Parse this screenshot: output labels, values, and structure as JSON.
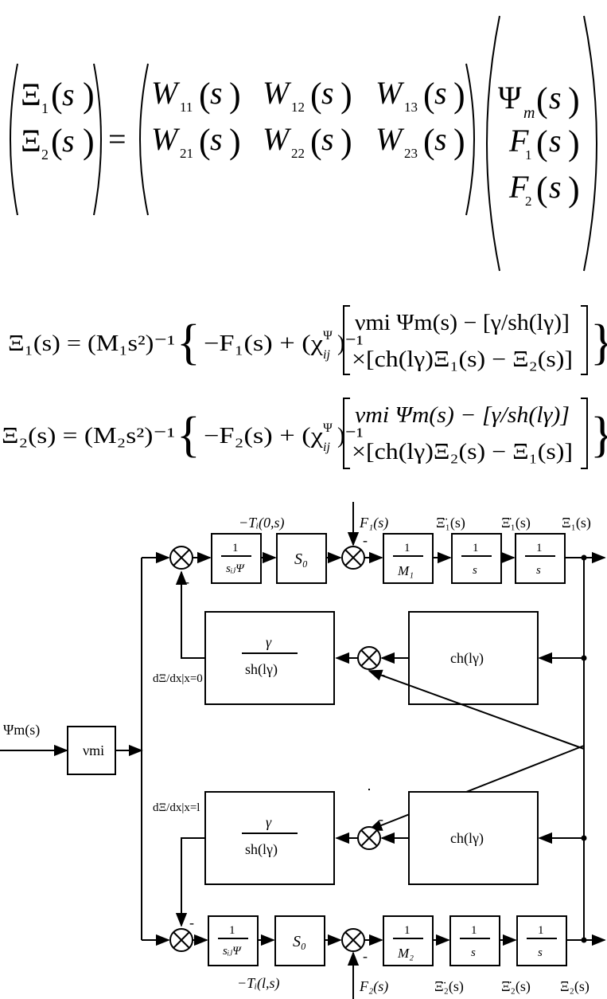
{
  "eq_matrix": {
    "lhs": [
      "Ξ",
      "Ξ"
    ],
    "lhs_sub": [
      "1",
      "2"
    ],
    "s": "s",
    "equals": "=",
    "W": "W",
    "w_subs": [
      [
        "11",
        "12",
        "13"
      ],
      [
        "21",
        "22",
        "23"
      ]
    ],
    "rhs_vec": [
      "Ψ",
      "F",
      "F"
    ],
    "rhs_sub": [
      "m",
      "1",
      "2"
    ]
  },
  "eq1": {
    "lhs": "Ξ₁(s) = (M₁s²)⁻¹",
    "mid": "−F₁(s) + (χ",
    "chi_sup": "Ψ",
    "chi_sub": "ij",
    "chi_pow": ")⁻¹",
    "top": "νmi Ψm(s) − [γ/sh(lγ)]",
    "bot": "×[ch(lγ)Ξ₁(s) − Ξ₂(s)]"
  },
  "eq2": {
    "lhs": "Ξ₂(s) = (M₂s²)⁻¹",
    "mid": "−F₂(s) + (χ",
    "chi_sup": "Ψ",
    "chi_sub": "ij",
    "chi_pow": ")⁻¹",
    "top": "νmi Ψm(s) − [γ/sh(lγ)]",
    "bot": "×[ch(lγ)Ξ₂(s) − Ξ₁(s)]"
  },
  "diagram": {
    "input": "Ψm(s)",
    "gain": "νmi",
    "one": "1",
    "s_psi": "sᵢⱼΨ",
    "s0": "S₀",
    "m1": "M₁",
    "m2": "M₂",
    "s": "s",
    "gamma": "γ",
    "sh": "sh(lγ)",
    "ch": "ch(lγ)",
    "minus": "-",
    "top_T": "−Tᵢ(0,s)",
    "bot_T": "−Tᵢ(l,s)",
    "F1": "F₁(s)",
    "F2": "F₂(s)",
    "xi1_dd": "Ξ̈₁(s)",
    "xi1_d": "Ξ̇₁(s)",
    "xi1": "Ξ₁(s)",
    "xi2_dd": "Ξ̈₂(s)",
    "xi2_d": "Ξ̇₂(s)",
    "xi2": "Ξ₂(s)",
    "deriv0": "dΞ/dx|x=0",
    "derivl": "dΞ/dx|x=l"
  }
}
